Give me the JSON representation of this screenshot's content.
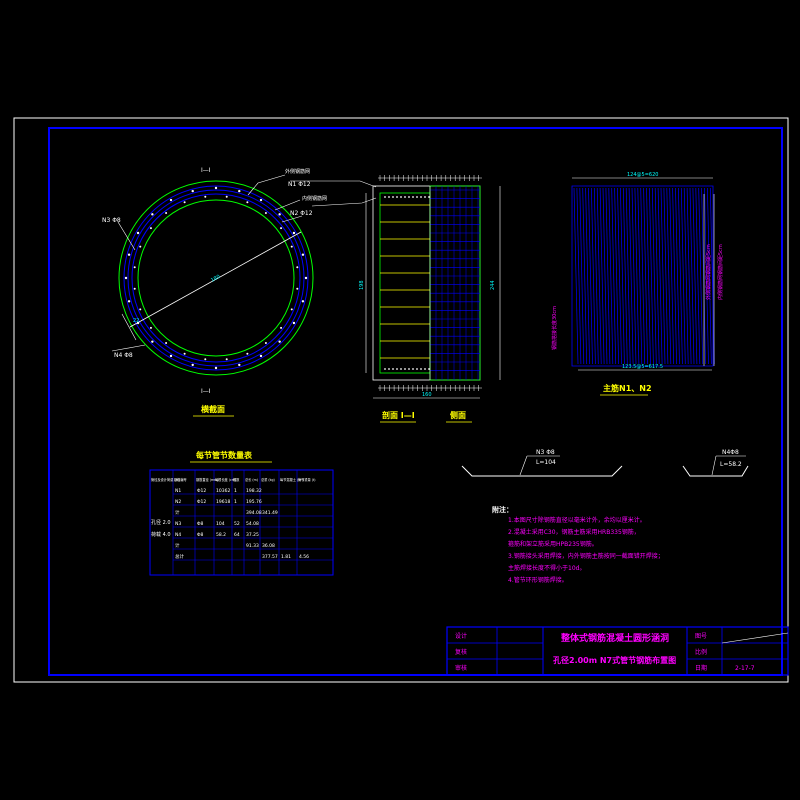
{
  "colors": {
    "background": "#000000",
    "outer_frame": "#ffffff",
    "inner_frame": "#0000ff",
    "pipe_wall": "#00ff00",
    "rebar": "#0000ff",
    "dimension": "#00ffff",
    "label": "#ffffff",
    "highlight": "#ffff00",
    "title_text": "#ff00ff"
  },
  "views": {
    "cross_section": {
      "marker": "I—I",
      "label": "横截面",
      "label_n1": "N1 Φ12",
      "label_n2": "N2 Φ12",
      "label_n3": "N3 Φ8",
      "label_n4": "N4 Φ8",
      "note_top": "外侧钢筋网",
      "note_mid": "内侧钢筋网",
      "dim_diameter": "180",
      "dim_wall": "22"
    },
    "elevation": {
      "label": "剖面 I—I",
      "label_side": "侧面",
      "dim_height": "198",
      "dim_height_total": "244",
      "dim_width": "160"
    },
    "expanded": {
      "label": "主筋N1、N2",
      "dim_top": "124@5=620",
      "dim_bottom": "123.5@5=617.5",
      "note_left": "钢筋搭接长度30cm",
      "note_right_1": "外侧钢筋网钢筋间距5cm",
      "note_right_2": "内侧钢筋网钢筋间距5cm"
    }
  },
  "details": {
    "n3": {
      "label": "N3 Φ8",
      "length": "L=104"
    },
    "n4": {
      "label": "N4Φ8",
      "length": "L=58.2"
    }
  },
  "table": {
    "title": "每节管节数量表",
    "headers": [
      "管径及设计荷载 (m)",
      "钢筋编号",
      "钢筋直径 (mm)",
      "每根长度 (cm)",
      "根数",
      "总长 (m)",
      "总重 (kg)",
      "每节混凝土 (m³)",
      "管节重量 (t)"
    ],
    "rows": [
      [
        "",
        "N1",
        "Φ12",
        "10362",
        "1",
        "198.32",
        "",
        "",
        ""
      ],
      [
        "",
        "N2",
        "Φ12",
        "19618",
        "1",
        "195.76",
        "",
        "",
        ""
      ],
      [
        "",
        "计",
        "",
        "",
        "",
        "394.08",
        "341.49",
        "",
        ""
      ],
      [
        "",
        "N3",
        "Φ8",
        "104",
        "52",
        "54.08",
        "",
        "",
        ""
      ],
      [
        "",
        "N4",
        "Φ8",
        "58.2",
        "64",
        "37.25",
        "",
        "",
        ""
      ],
      [
        "",
        "计",
        "",
        "",
        "",
        "91.33",
        "36.08",
        "",
        ""
      ],
      [
        "",
        "总计",
        "",
        "",
        "",
        "",
        "377.57",
        "1.81",
        "4.56"
      ]
    ],
    "spec_diameter": "孔径 2.0",
    "spec_load": "荷载 4.0"
  },
  "notes": {
    "heading": "附注：",
    "items": [
      "1.本图尺寸除钢筋直径以毫米计外，余均以厘米计。",
      "2.混凝土采用C30，钢筋主筋采用HRB335钢筋，",
      "  箍筋和架立筋采用HPB235钢筋。",
      "3.钢筋接头采用焊接，内外钢筋主筋按同一截面错开焊接；",
      "  主筋焊接长度不得小于10d。",
      "4.管节环形钢筋焊接。"
    ]
  },
  "title_block": {
    "left_labels": [
      "设计",
      "复核",
      "审核"
    ],
    "main_title": "整体式钢筋混凝土圆形涵洞",
    "sub_title": "孔径2.00m N7式管节钢筋布置图",
    "right_labels": [
      "图号",
      "比例",
      "日期"
    ],
    "drawing_no": "2-17-7"
  }
}
